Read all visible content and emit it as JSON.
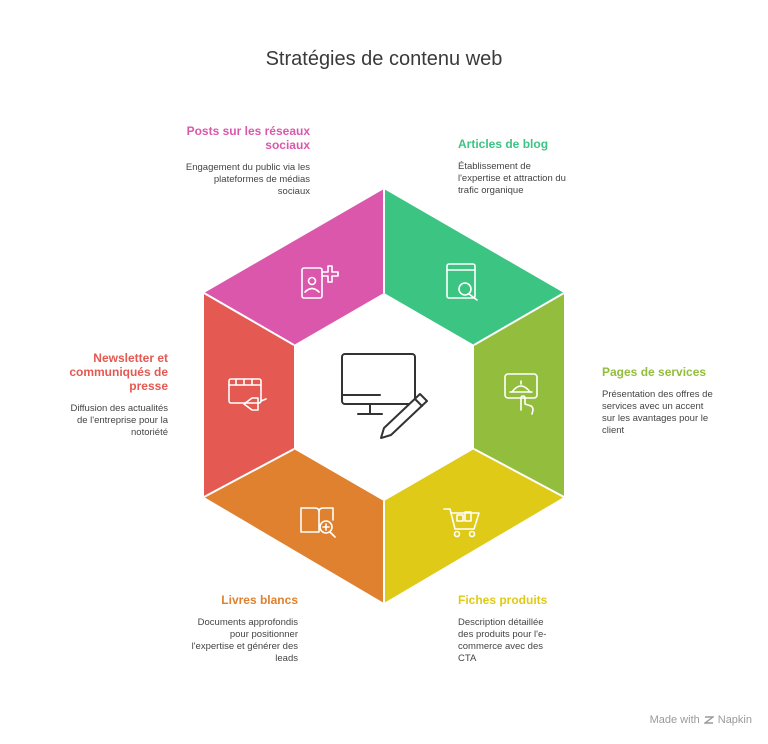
{
  "title": "Stratégies de contenu web",
  "segments": [
    {
      "id": "social",
      "head": "Posts sur les réseaux sociaux",
      "desc": "Engagement du public via les plateformes de médias sociaux",
      "color": "#db57ac",
      "icon": "social-profile-plus-icon"
    },
    {
      "id": "blog",
      "head": "Articles de blog",
      "desc": "Établissement de l'expertise et attraction du trafic organique",
      "color": "#3cc483",
      "icon": "book-search-icon"
    },
    {
      "id": "services",
      "head": "Pages de services",
      "desc": "Présentation des offres de services avec un accent sur les avantages pour le client",
      "color": "#93bd3c",
      "icon": "service-touch-icon"
    },
    {
      "id": "products",
      "head": "Fiches produits",
      "desc": "Description détaillée des produits pour l'e-commerce avec des CTA",
      "color": "#dfca17",
      "icon": "shopping-cart-icon"
    },
    {
      "id": "whitepapers",
      "head": "Livres blancs",
      "desc": "Documents approfondis pour positionner l'expertise et générer des leads",
      "color": "#e0812f",
      "icon": "book-zoom-icon"
    },
    {
      "id": "newsletter",
      "head": "Newsletter et communiqués de presse",
      "desc": "Diffusion des actualités de l'entreprise pour la notoriété",
      "color": "#e45951",
      "icon": "news-megaphone-icon"
    }
  ],
  "center_icon": "computer-pen-icon",
  "footer": {
    "made_with": "Made with",
    "brand": "Napkin"
  }
}
